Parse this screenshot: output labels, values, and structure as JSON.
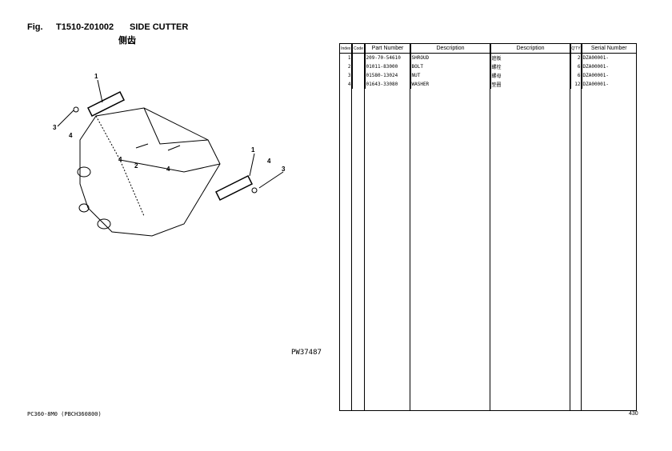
{
  "header": {
    "fig_label": "Fig.",
    "fig_code": "T1510-Z01002",
    "title": "SIDE CUTTER",
    "subtitle": "侧齿"
  },
  "diagram": {
    "callouts": [
      "1",
      "3",
      "4",
      "4",
      "2",
      "4",
      "1",
      "4",
      "3"
    ],
    "drawing_code": "PW37487"
  },
  "table": {
    "headers": [
      "Index",
      "Code",
      "Part Number",
      "Description",
      "Description",
      "Q'TY",
      "Serial Number"
    ],
    "rows": [
      {
        "index": "1",
        "code": "",
        "part": "209-70-54610",
        "desc_en": "SHROUD",
        "desc_cn": "遮板",
        "qty": "2",
        "serial": "DZA00001-"
      },
      {
        "index": "2",
        "code": "",
        "part": "01011-83000",
        "desc_en": "BOLT",
        "desc_cn": "螺栓",
        "qty": "6",
        "serial": "DZA00001-"
      },
      {
        "index": "3",
        "code": "",
        "part": "01580-13024",
        "desc_en": "NUT",
        "desc_cn": "螺母",
        "qty": "6",
        "serial": "DZA00001-"
      },
      {
        "index": "4",
        "code": "",
        "part": "01643-33080",
        "desc_en": "WASHER",
        "desc_cn": "垫圈",
        "qty": "12",
        "serial": "DZA00001-"
      }
    ]
  },
  "footer": {
    "model": "PC360-8M0 (PBCH360800)",
    "page": "430"
  }
}
